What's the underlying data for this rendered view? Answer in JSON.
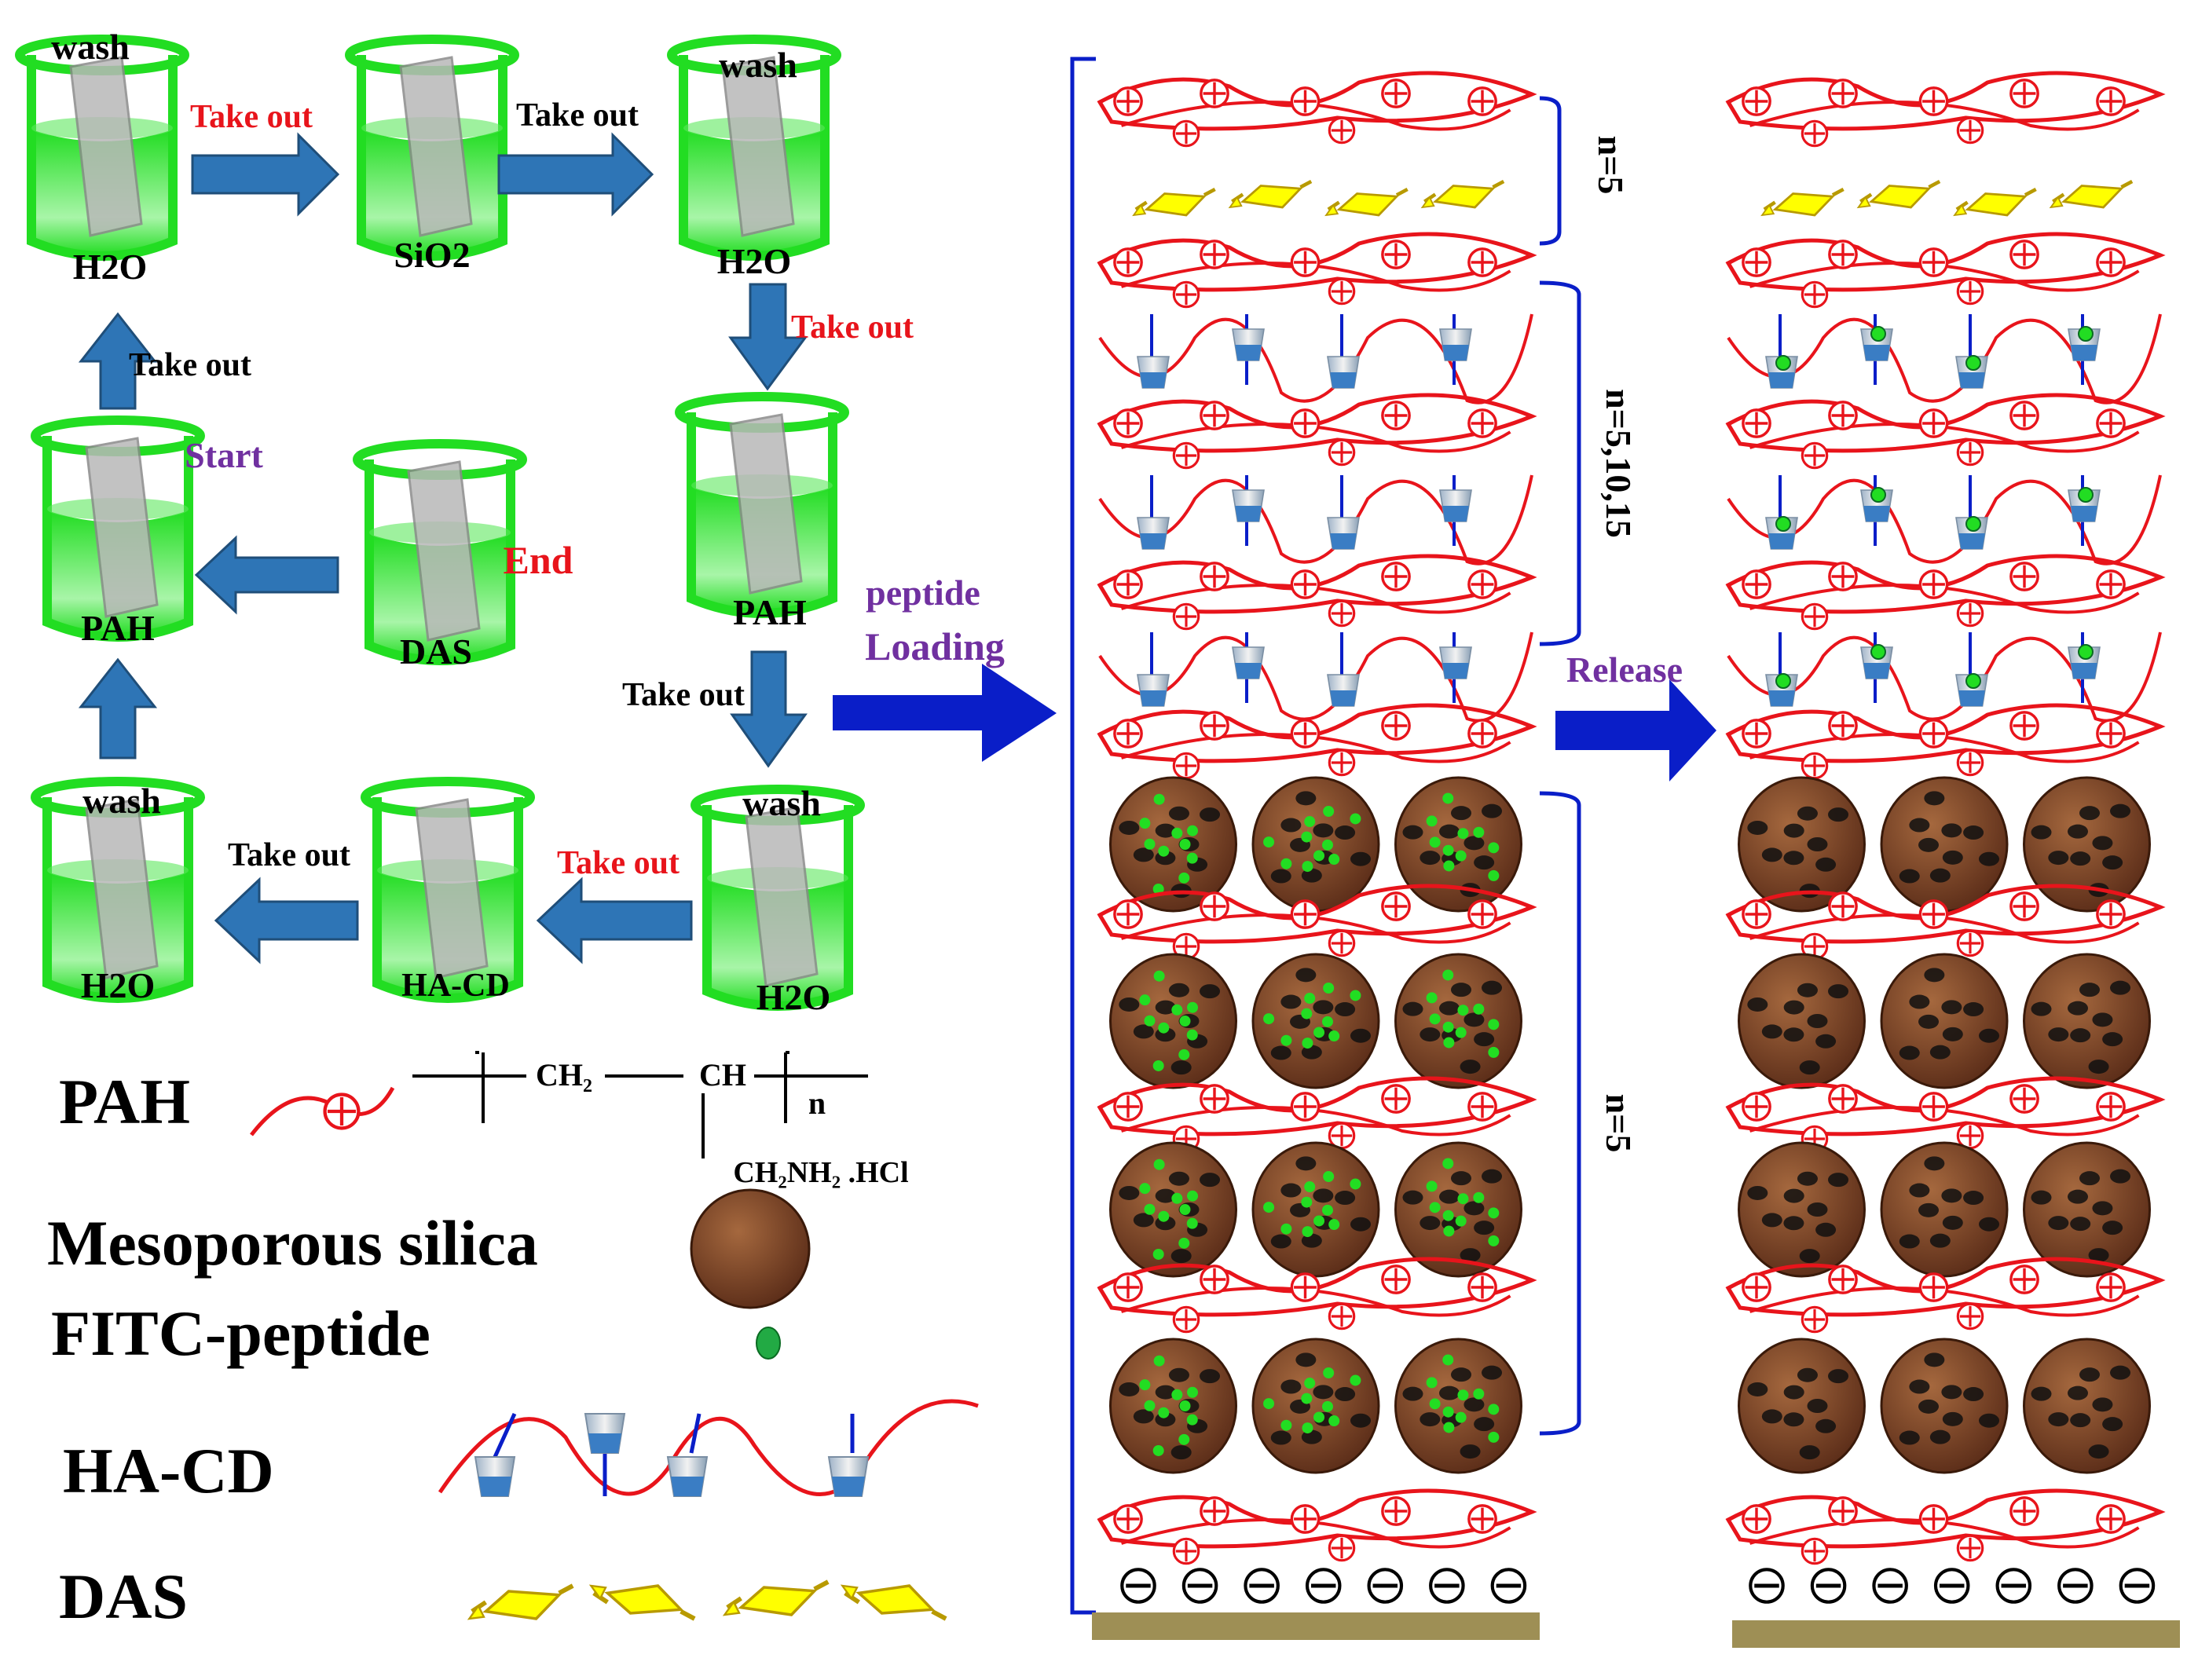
{
  "beakers": {
    "b1": {
      "bottom": "H2O",
      "top": "wash"
    },
    "b2": {
      "bottom": "SiO2"
    },
    "b3": {
      "bottom": "H2O",
      "top": "wash"
    },
    "b4": {
      "bottom": "PAH"
    },
    "b5": {
      "bottom": "PAH",
      "side": "Start"
    },
    "b6": {
      "bottom": "DAS",
      "side": "End"
    },
    "b7": {
      "bottom": "H2O",
      "top": "wash"
    },
    "b8": {
      "bottom": "HA-CD"
    },
    "b9": {
      "bottom": "H2O",
      "top": "wash"
    }
  },
  "arrow_labels": {
    "a1": "Take out",
    "a2": "Take out",
    "a3": "Take out",
    "a4": "Take out",
    "a5": "Take out",
    "a6": "Take out",
    "a7": "Take out"
  },
  "legend": {
    "pah": "PAH",
    "silica": "Mesoporous silica",
    "fitc": "FITC-peptide",
    "hacd": "HA-CD",
    "das": "DAS"
  },
  "formula": {
    "ch2": "CH₂",
    "ch": "CH",
    "n": "n",
    "side": "CH₂NH₂ .HCl"
  },
  "loading_label": {
    "line1": "peptide",
    "line2": "Loading"
  },
  "release_label": "Release",
  "brackets": {
    "top": "n=5",
    "middle": "n=5,10,15",
    "bottom": "n=5"
  },
  "colors": {
    "green": "#22dd22",
    "red": "#e8141b",
    "blue": "#2e75b6",
    "navy": "#0a1ec8",
    "purple": "#7030a0",
    "yellow": "#ffff00",
    "brown": "#8a4a2a",
    "substrate": "#9e8f55"
  }
}
